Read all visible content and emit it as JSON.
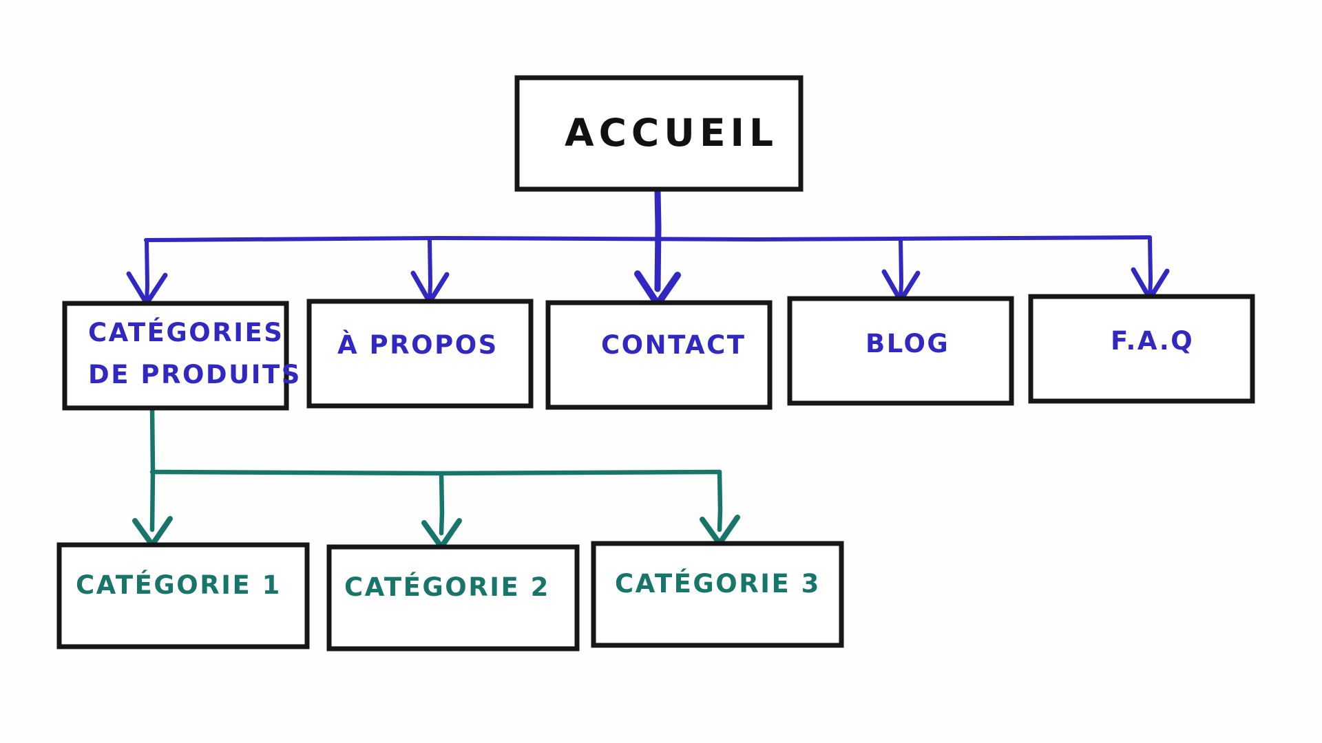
{
  "diagram": {
    "kind": "sitemap-tree",
    "background_color": "#ffffff",
    "colors": {
      "box_border": "#161616",
      "root_text": "#111111",
      "level1_accent": "#3028c0",
      "level2_accent": "#18756a"
    },
    "root": {
      "label": "ACCUEIL",
      "text_color": "#111111"
    },
    "level1": {
      "connector_color": "#3028c0",
      "nodes": [
        {
          "label": "CATÉGORIES\nDE PRODUITS",
          "line1": "CATÉGORIES",
          "line2": "DE PRODUITS",
          "text_color": "#3028c0"
        },
        {
          "label": "À PROPOS",
          "line1": "À PROPOS",
          "line2": "",
          "text_color": "#3028c0"
        },
        {
          "label": "CONTACT",
          "line1": "CONTACT",
          "line2": "",
          "text_color": "#3028c0"
        },
        {
          "label": "BLOG",
          "line1": "BLOG",
          "line2": "",
          "text_color": "#3028c0"
        },
        {
          "label": "F.A.Q",
          "line1": "F.A.Q",
          "line2": "",
          "text_color": "#3028c0"
        }
      ]
    },
    "level2": {
      "parent": "CATÉGORIES DE PRODUITS",
      "connector_color": "#18756a",
      "nodes": [
        {
          "label": "CATÉGORIE 1",
          "text_color": "#18756a"
        },
        {
          "label": "CATÉGORIE 2",
          "text_color": "#18756a"
        },
        {
          "label": "CATÉGORIE 3",
          "text_color": "#18756a"
        }
      ]
    }
  }
}
